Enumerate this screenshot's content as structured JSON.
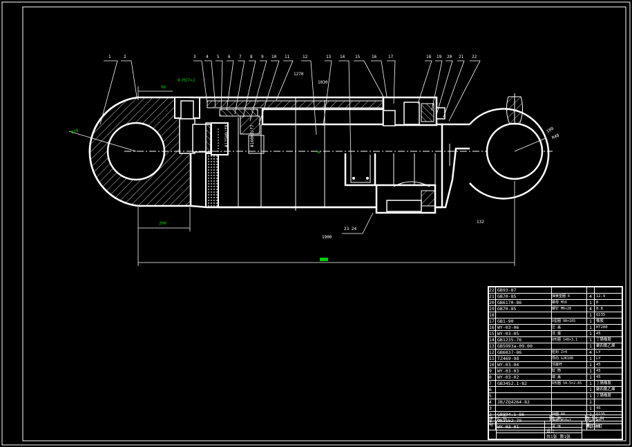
{
  "callouts": [
    "1",
    "2",
    "3",
    "4",
    "5",
    "6",
    "7",
    "8",
    "9",
    "10",
    "11",
    "12",
    "13",
    "14",
    "15",
    "16",
    "17",
    "18",
    "19",
    "20",
    "21",
    "22"
  ],
  "dims": {
    "d96": "96",
    "thread": "8-M27×2",
    "d1270": "1270",
    "d1030": "1030",
    "d200": "200",
    "d1900": "1900",
    "callout_lower": "23 24",
    "d132": "132",
    "d180": "180",
    "r40": "R40",
    "dia_left": "Φ70",
    "bore": "Φ125H9/f8",
    "rod": "Φ160H8/f7",
    "plain_left": "φ"
  },
  "bom": {
    "rows": [
      {
        "no": "22",
        "code": "GB93-87",
        "name": "",
        "qty": "",
        "mat": ""
      },
      {
        "no": "21",
        "code": "GB70-85",
        "name": "弹簧垫圈 6",
        "qty": "4",
        "mat": "12.9"
      },
      {
        "no": "20",
        "code": "GB6170-86",
        "name": "螺母 M16",
        "qty": "1",
        "mat": "8"
      },
      {
        "no": "19",
        "code": "GB70-85",
        "name": "螺钉 M6×20",
        "qty": "4",
        "mat": "8.8"
      },
      {
        "no": "18",
        "code": "",
        "name": "",
        "qty": "1",
        "mat": "Q235"
      },
      {
        "no": "17",
        "code": "GB1-90",
        "name": "V型圈 90×105",
        "qty": "1",
        "mat": "橡胶"
      },
      {
        "no": "16",
        "code": "WY-03-06",
        "name": "压 盖",
        "qty": "1",
        "mat": "HT200"
      },
      {
        "no": "15",
        "code": "WY-03-05",
        "name": "活 塞",
        "qty": "1",
        "mat": "45"
      },
      {
        "no": "14",
        "code": "GB1235-76",
        "name": "O形圈 140×3.1",
        "qty": "1",
        "mat": "丁腈橡胶"
      },
      {
        "no": "13",
        "code": "GB5993a-09.00",
        "name": "",
        "qty": "1",
        "mat": "聚四氟乙烯"
      },
      {
        "no": "12",
        "code": "GB6837-86",
        "name": "密封 Z×4",
        "qty": "4",
        "mat": "LY"
      },
      {
        "no": "11",
        "code": "TZ469-98",
        "name": "导向 GJK100",
        "qty": "1",
        "mat": "LY"
      },
      {
        "no": "10",
        "code": "WY-03-04",
        "name": "活塞杆",
        "qty": "1",
        "mat": "45"
      },
      {
        "no": "9",
        "code": "WY-03-03",
        "name": "缸 筒",
        "qty": "1",
        "mat": "45"
      },
      {
        "no": "8",
        "code": "WY-03-02",
        "name": "端 盖",
        "qty": "1",
        "mat": "45"
      },
      {
        "no": "7",
        "code": "GB3452.1-82",
        "name": "O形圈 54.5×2.65",
        "qty": "1",
        "mat": "丁腈橡胶"
      },
      {
        "no": "6",
        "code": "",
        "name": "",
        "qty": "1",
        "mat": "聚四氟乙烯"
      },
      {
        "no": "5",
        "code": "",
        "name": "",
        "qty": "1",
        "mat": "丁腈橡胶"
      },
      {
        "no": "4",
        "code": "JB/ZQ4264-82",
        "name": "",
        "qty": "1",
        "mat": ""
      },
      {
        "no": "3",
        "code": "",
        "name": "",
        "qty": "1",
        "mat": "45"
      },
      {
        "no": "2",
        "code": "GB894.1-86",
        "name": "挡圈 60",
        "qty": "1",
        "mat": "Q235"
      },
      {
        "no": "1",
        "code": "GB1152-79",
        "name": "油杯 M10×1",
        "qty": "2",
        "mat": "45"
      },
      {
        "no": "",
        "code": "WY-03-01",
        "name": "耳 环",
        "qty": "1",
        "mat": "45"
      }
    ],
    "header": {
      "no": "序号",
      "code": "代 号",
      "name": "名 称",
      "qty": "数量",
      "mat": "材 料"
    },
    "title_block": {
      "design": "设计",
      "sheet": "共1张 第1张",
      "title": "液压油缸"
    }
  }
}
